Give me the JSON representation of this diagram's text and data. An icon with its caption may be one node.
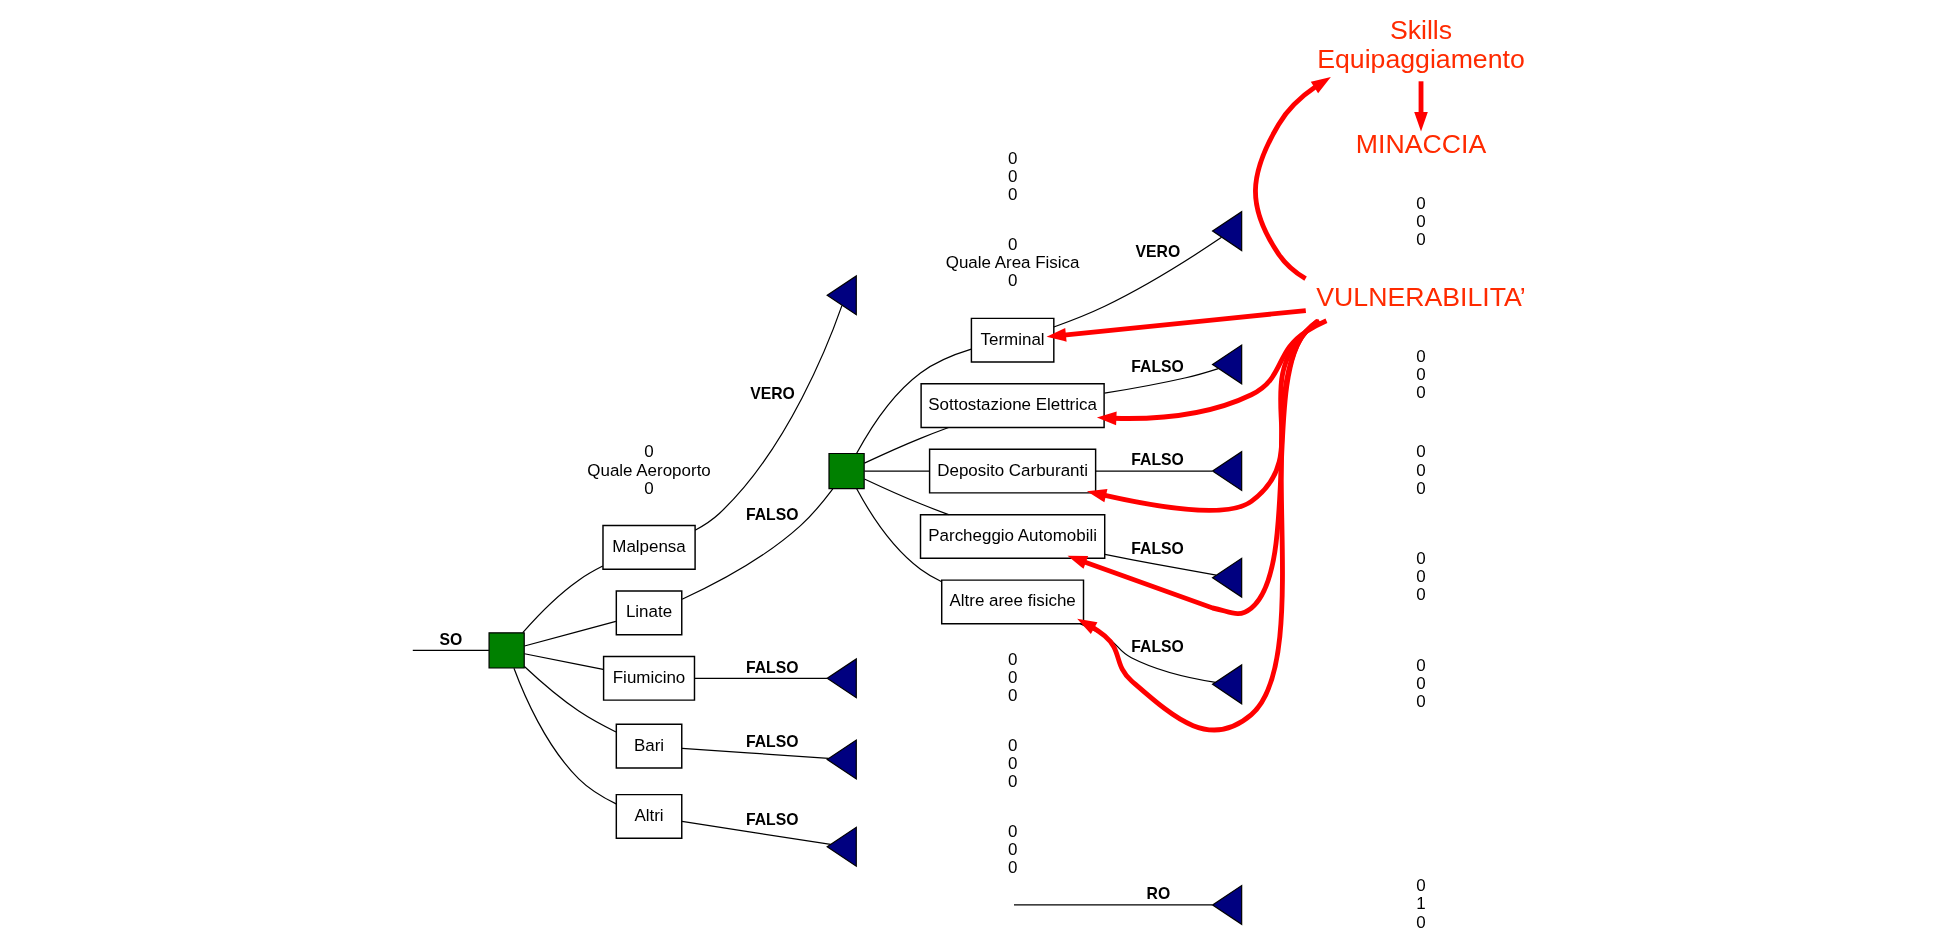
{
  "diagram": {
    "nodes": [
      {
        "text": [],
        "shape": "triangle",
        "beside": [
          "0",
          "1",
          "0"
        ]
      },
      {
        "text": [],
        "shape": "box",
        "beside": [
          "0",
          "Quale Aeroporto",
          "0"
        ]
      },
      {
        "text": [
          "Malpensa"
        ]
      },
      {
        "text": [],
        "shape": "triangle",
        "beside": [
          "0",
          "0",
          "0"
        ]
      },
      {
        "text": [
          "Linate"
        ]
      },
      {
        "text": [],
        "shape": "box",
        "beside": [
          "0",
          "Quale Area Fisica",
          "0"
        ]
      },
      {
        "text": [
          "Terminal"
        ]
      },
      {
        "text": [],
        "shape": "triangle",
        "beside": [
          "0",
          "0",
          "0"
        ]
      },
      {
        "text": [
          "Sottostazione Elettrica"
        ]
      },
      {
        "text": [],
        "shape": "triangle",
        "beside": [
          "0",
          "0",
          "0"
        ]
      },
      {
        "text": [
          "Deposito Carburanti"
        ]
      },
      {
        "text": [],
        "shape": "triangle",
        "beside": [
          "0",
          "0",
          "0"
        ]
      },
      {
        "text": [
          "Parcheggio Automobili"
        ]
      },
      {
        "text": [],
        "shape": "triangle",
        "beside": [
          "0",
          "0",
          "0"
        ]
      },
      {
        "text": [
          "Altre aree fisiche"
        ]
      },
      {
        "text": [],
        "shape": "triangle",
        "beside": [
          "0",
          "0",
          "0"
        ]
      },
      {
        "text": [
          "Fiumicino"
        ]
      },
      {
        "text": [],
        "shape": "triangle",
        "beside": [
          "0",
          "0",
          "0"
        ]
      },
      {
        "text": [
          "Bari"
        ]
      },
      {
        "text": [],
        "shape": "triangle",
        "beside": [
          "0",
          "0",
          "0"
        ]
      },
      {
        "text": [
          "Altri"
        ]
      },
      {
        "text": [],
        "shape": "triangle",
        "beside": [
          "0",
          "0",
          "0"
        ]
      },
      {
        "text": [
          "VULNERABILITA’"
        ]
      },
      {
        "text": [
          "Skills",
          "Equipaggiamento"
        ]
      },
      {
        "text": [
          "MINACCIA"
        ]
      }
    ],
    "edges": [
      {
        "from": null,
        "to": 0,
        "arrow": "none",
        "label": "RO"
      },
      {
        "from": null,
        "to": 1,
        "arrow": "none",
        "label": "SO"
      },
      {
        "from": 1,
        "to": 2,
        "arrow": "none"
      },
      {
        "from": 2,
        "to": 3,
        "arrow": "none",
        "label": "VERO"
      },
      {
        "from": 1,
        "to": 4,
        "arrow": "none"
      },
      {
        "from": 4,
        "to": 5,
        "arrow": "none",
        "label": "FALSO"
      },
      {
        "from": 5,
        "to": 6,
        "arrow": "none"
      },
      {
        "from": 6,
        "to": 7,
        "arrow": "none",
        "label": "VERO"
      },
      {
        "from": 5,
        "to": 8,
        "arrow": "none"
      },
      {
        "from": 8,
        "to": 9,
        "arrow": "none",
        "label": "FALSO"
      },
      {
        "from": 5,
        "to": 10,
        "arrow": "none"
      },
      {
        "from": 10,
        "to": 11,
        "arrow": "none",
        "label": "FALSO"
      },
      {
        "from": 5,
        "to": 12,
        "arrow": "none"
      },
      {
        "from": 12,
        "to": 13,
        "arrow": "none",
        "label": "FALSO"
      },
      {
        "from": 5,
        "to": 14,
        "arrow": "none"
      },
      {
        "from": 14,
        "to": 15,
        "arrow": "none",
        "label": "FALSO"
      },
      {
        "from": 1,
        "to": 16,
        "arrow": "none"
      },
      {
        "from": 16,
        "to": 17,
        "arrow": "none",
        "label": "FALSO"
      },
      {
        "from": 1,
        "to": 18,
        "arrow": "none"
      },
      {
        "from": 18,
        "to": 19,
        "arrow": "none",
        "label": "FALSO"
      },
      {
        "from": 1,
        "to": 20,
        "arrow": "none"
      },
      {
        "from": 20,
        "to": 21,
        "arrow": "none",
        "label": "FALSO"
      },
      {
        "from": 22,
        "to": 6,
        "arrow": "to",
        "style": "thick",
        "color": "#ff0000"
      },
      {
        "from": 22,
        "to": 8,
        "arrow": "to",
        "style": "thick",
        "color": "#ff0000"
      },
      {
        "from": 22,
        "to": 10,
        "arrow": "to",
        "style": "thick",
        "color": "#ff0000"
      },
      {
        "from": 22,
        "to": 12,
        "arrow": "to",
        "style": "thick",
        "color": "#ff0000"
      },
      {
        "from": 22,
        "to": 14,
        "arrow": "to",
        "style": "thick",
        "color": "#ff0000"
      },
      {
        "from": 22,
        "to": 23,
        "arrow": "to",
        "style": "thick",
        "color": "#ff0000"
      },
      {
        "from": 23,
        "to": 24,
        "arrow": "to",
        "style": "thick",
        "color": "#ff0000"
      }
    ]
  }
}
